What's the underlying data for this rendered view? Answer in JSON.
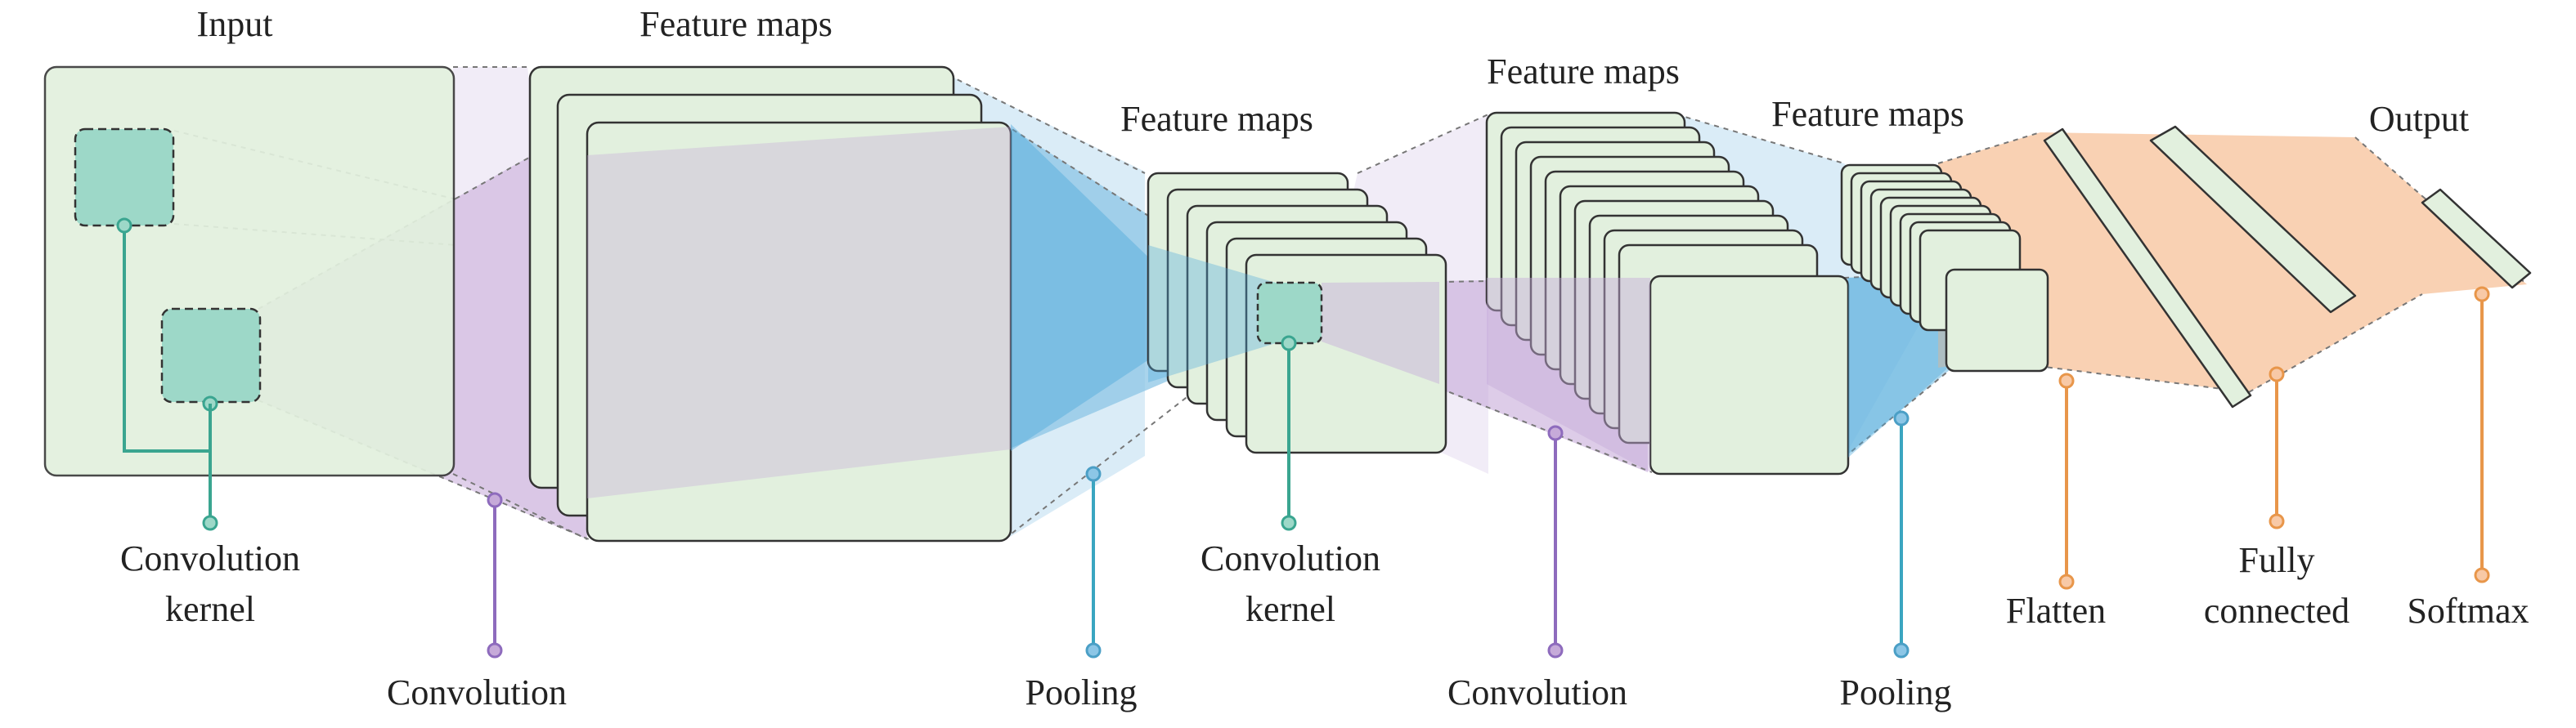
{
  "titles": {
    "input": "Input",
    "feature_maps_1": "Feature maps",
    "feature_maps_2": "Feature maps",
    "feature_maps_3": "Feature maps",
    "feature_maps_4": "Feature maps",
    "output": "Output"
  },
  "annotations": {
    "kernel_1_line1": "Convolution",
    "kernel_1_line2": "kernel",
    "convolution_1": "Convolution",
    "pooling_1": "Pooling",
    "kernel_2_line1": "Convolution",
    "kernel_2_line2": "kernel",
    "convolution_2": "Convolution",
    "pooling_2": "Pooling",
    "flatten": "Flatten",
    "fully_connected_line1": "Fully",
    "fully_connected_line2": "connected",
    "softmax": "Softmax"
  },
  "colors": {
    "map_fill": "#e2f0de",
    "kernel_fill": "#9dd8c8",
    "kernel_line": "#3aa590",
    "convolution": "#8e6bbd",
    "pooling": "#4b9fc6",
    "dense": "#e8964a",
    "dense_fill": "#f8c9a6"
  }
}
